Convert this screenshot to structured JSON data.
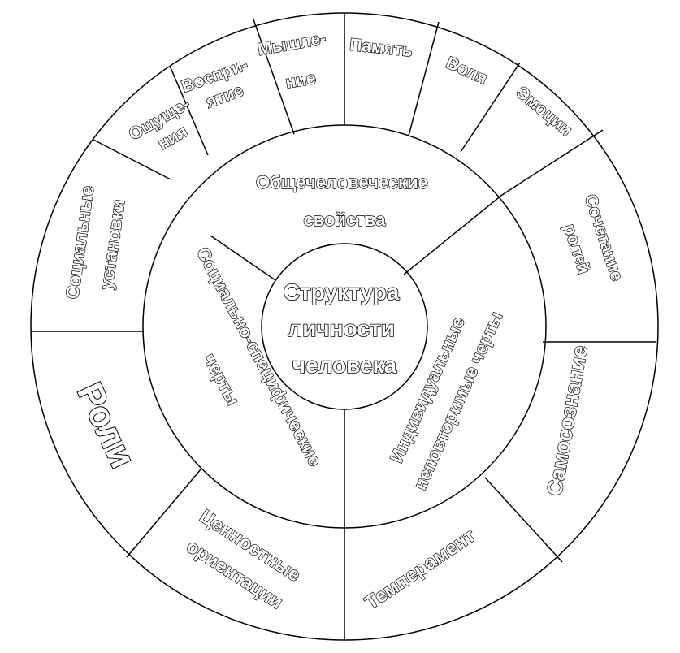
{
  "center": {
    "lines": [
      "Структура",
      "личности",
      "человека"
    ]
  },
  "middle": {
    "general": [
      "Общечеловеческие",
      "свойства"
    ],
    "social": [
      "Социально-специфические",
      "черты"
    ],
    "individual": [
      "Индивидуальные",
      "неповторимые черты"
    ]
  },
  "outer": {
    "sensations": [
      "Ощуще-",
      "ния"
    ],
    "perception": [
      "Воспри-",
      "ятие"
    ],
    "thinking": [
      "Мышле-",
      "ние"
    ],
    "memory": [
      "Память"
    ],
    "will": [
      "Воля"
    ],
    "emotions": [
      "Эмоции"
    ],
    "roles_combo": [
      "Сочетание",
      "ролей"
    ],
    "self_awareness": [
      "Самосознание"
    ],
    "temperament": [
      "Темперамент"
    ],
    "values": [
      "Ценностные",
      "ориентации"
    ],
    "roles": [
      "Роли"
    ],
    "social_attitudes": [
      "Социальные",
      "установки"
    ]
  }
}
